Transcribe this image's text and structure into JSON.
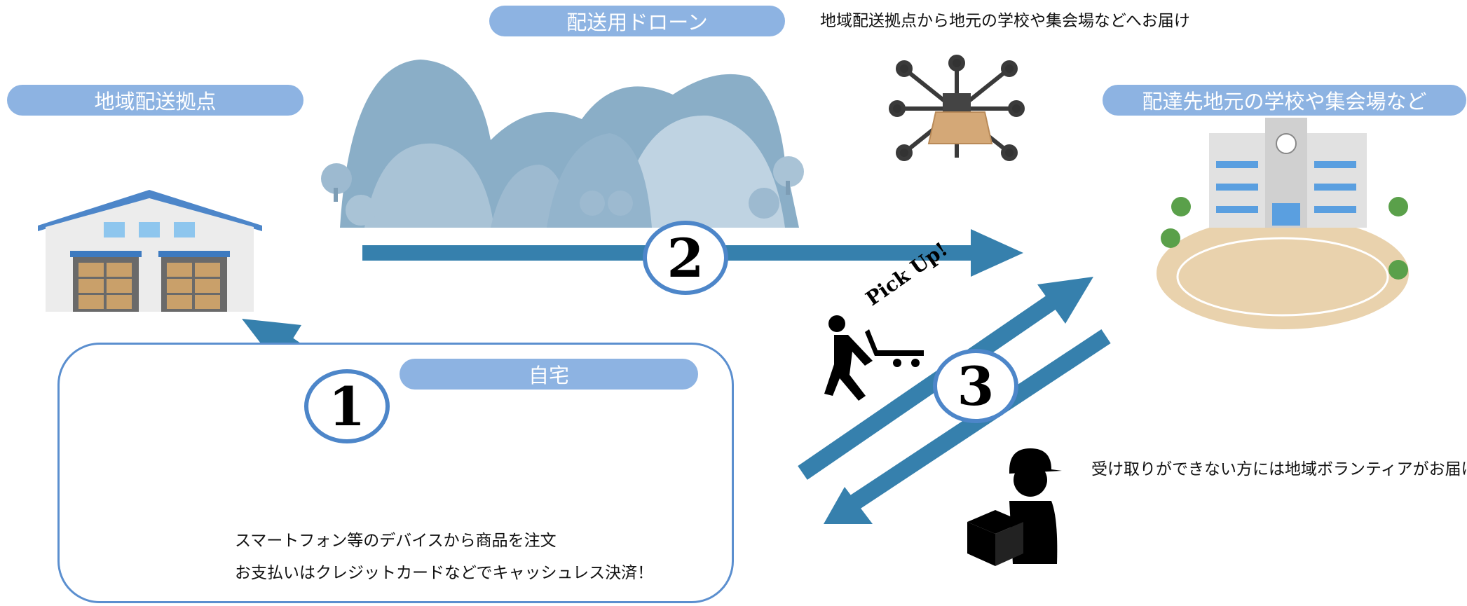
{
  "labels": {
    "drone": "配送用ドローン",
    "hub": "地域配送拠点",
    "destination": "配達先地元の学校や集会場など",
    "home": "自宅"
  },
  "captions": {
    "drone_route": "地域配送拠点から地元の学校や集会場などへお届け",
    "volunteer": "受け取りができない方には地域ボランティアがお届け",
    "order": "スマートフォン等のデバイスから商品を注文",
    "payment": "お支払いはクレジットカードなどでキャッシュレス決済！"
  },
  "steps": [
    "1",
    "2",
    "3"
  ],
  "pickup_text": "Pick Up!",
  "phone_symbol": "¥",
  "colors": {
    "label_fill": "#8db3e2",
    "arrow": "#3680ad",
    "circle_border": "#4d86c9",
    "mountain": "#7fa3bd",
    "home_box_border": "#5b8fcf"
  },
  "icons": [
    "warehouse-icon",
    "mountains-icon",
    "drone-icon",
    "school-icon",
    "smartphone-icon",
    "person-icon",
    "house-icon",
    "cart-worker-icon",
    "delivery-person-icon"
  ]
}
